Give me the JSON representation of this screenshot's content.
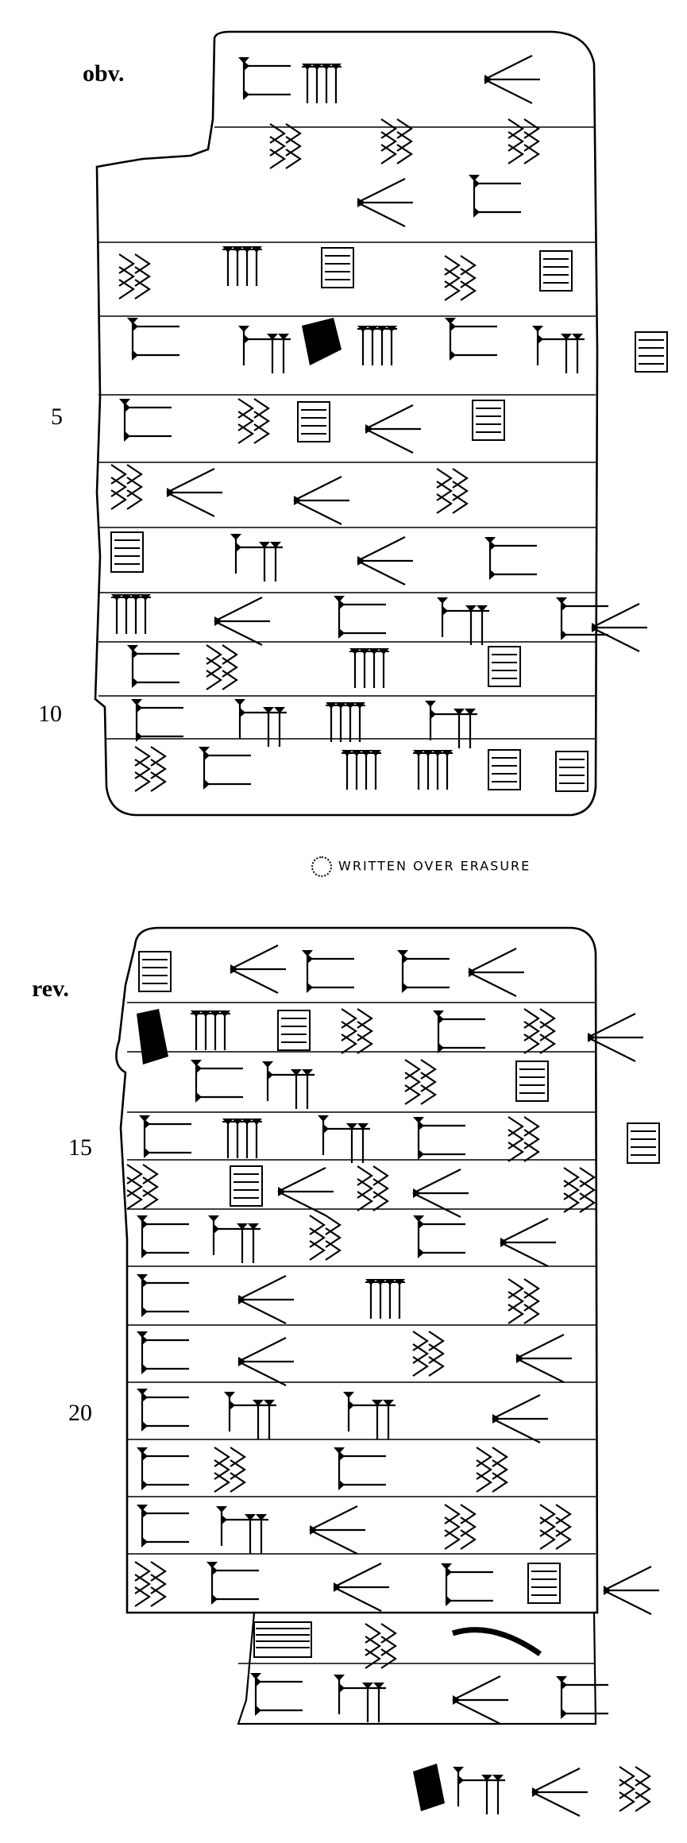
{
  "labels": {
    "obverse": "obv.",
    "reverse": "rev."
  },
  "line_numbers": {
    "obverse": [
      "5",
      "10"
    ],
    "reverse": [
      "15",
      "20"
    ]
  },
  "note": {
    "text": "WRITTEN OVER ERASURE",
    "icon": "dotted-circle-icon"
  },
  "colors": {
    "ink": "#000000",
    "paper": "#ffffff"
  }
}
